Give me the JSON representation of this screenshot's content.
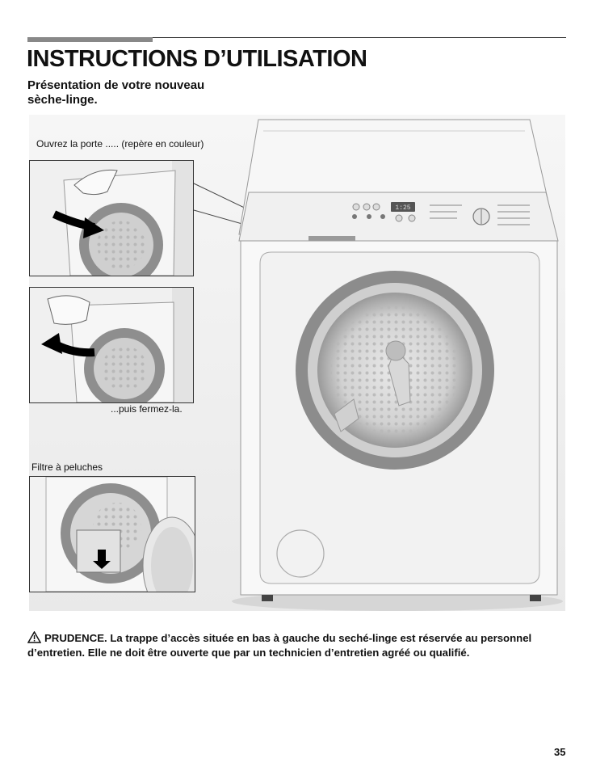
{
  "header": {
    "title": "INSTRUCTIONS D’UTILISATION",
    "subtitle": "Présentation de votre nouveau sèche-linge."
  },
  "figure": {
    "caption_open": "Ouvrez la porte ..... (repère en couleur)",
    "caption_close": "...puis fermez-la.",
    "caption_filter": "Filtre à peluches",
    "display_readout": "1:25"
  },
  "warning": {
    "label": "PRUDENCE.",
    "text": "La trappe d’accès située en bas à gauche du seché-linge est réservée au personnel d’entretien. Elle ne doit être ouverte que par un technicien d’entretien agréé ou qualifié."
  },
  "footer": {
    "page_number": "35"
  },
  "colors": {
    "arrow": "#000000",
    "accent_stripe": "#9a9a9a",
    "appliance": "#f4f4f4"
  },
  "icons": [
    "warning-triangle-icon",
    "arrow-open-icon",
    "arrow-close-icon",
    "arrow-down-icon"
  ]
}
